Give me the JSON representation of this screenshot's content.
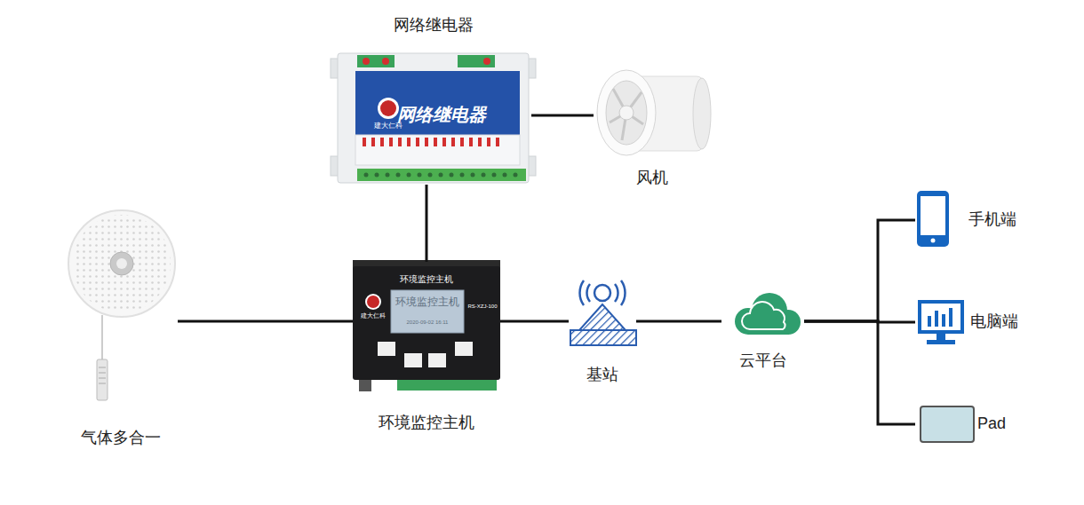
{
  "diagram": {
    "nodes": [
      {
        "text": [
          "网络继电器"
        ]
      },
      {
        "text": [
          "风机"
        ]
      },
      {
        "text": [
          "气体多合一"
        ]
      },
      {
        "text": [
          "环境监控主机"
        ]
      },
      {
        "text": [
          "基站"
        ]
      },
      {
        "text": [
          "云平台"
        ]
      },
      {
        "text": [
          "手机端"
        ]
      },
      {
        "text": [
          "电脑端"
        ]
      },
      {
        "text": [
          "Pad"
        ]
      }
    ],
    "edges": [
      {
        "from": 2,
        "to": 3,
        "arrow": "none"
      },
      {
        "from": 3,
        "to": 0,
        "arrow": "none"
      },
      {
        "from": 0,
        "to": 1,
        "arrow": "none"
      },
      {
        "from": 3,
        "to": 4,
        "arrow": "none"
      },
      {
        "from": 4,
        "to": 5,
        "arrow": "none"
      },
      {
        "from": 5,
        "to": 6,
        "arrow": "none"
      },
      {
        "from": 5,
        "to": 7,
        "arrow": "none"
      },
      {
        "from": 5,
        "to": 8,
        "arrow": "none"
      }
    ],
    "labels": [
      "网络继电器",
      "建大仁科",
      "环境监控主机",
      "环境监控主机",
      "建大仁科",
      "RS-XZJ-100",
      "2020-09-02 16:11"
    ]
  }
}
